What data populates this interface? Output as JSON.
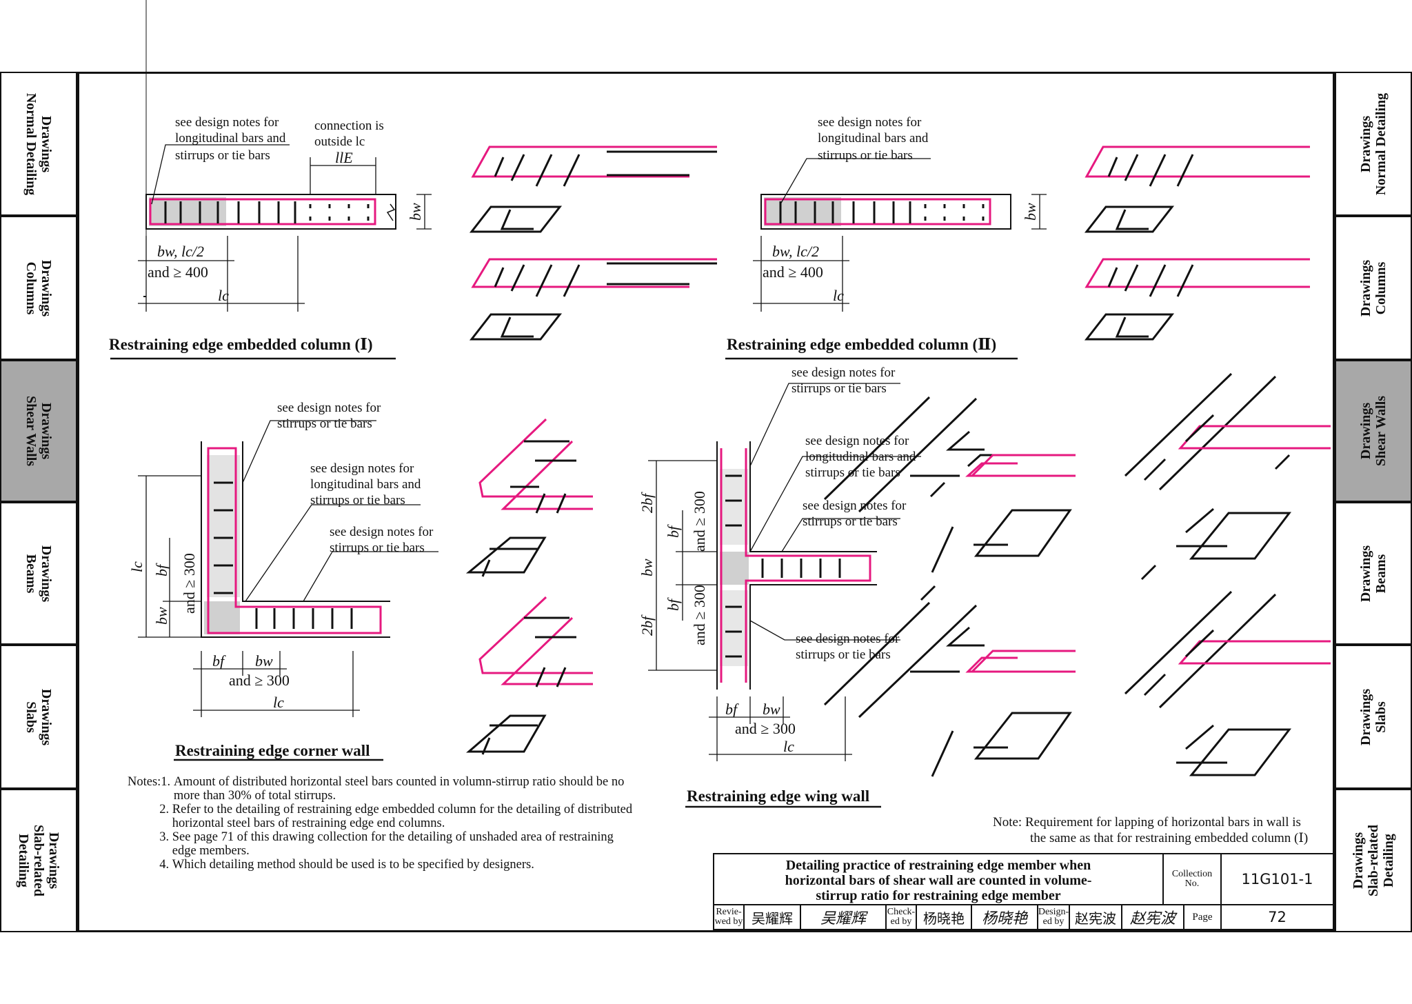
{
  "side_tabs_left": [
    {
      "line1": "Drawings",
      "line2": "Normal Detailing",
      "line3": "",
      "active": false
    },
    {
      "line1": "Drawings",
      "line2": "Columns",
      "line3": "",
      "active": false
    },
    {
      "line1": "Drawings",
      "line2": "Shear Walls",
      "line3": "",
      "active": true
    },
    {
      "line1": "Drawings",
      "line2": "Beams",
      "line3": "",
      "active": false
    },
    {
      "line1": "Drawings",
      "line2": "Slabs",
      "line3": "",
      "active": false
    },
    {
      "line1": "Drawings",
      "line2": "Slab-related",
      "line3": "Detailing",
      "active": false
    }
  ],
  "side_tabs_right": [
    {
      "line1": "Drawings",
      "line2": "Normal Detailing",
      "line3": "",
      "active": false
    },
    {
      "line1": "Drawings",
      "line2": "Columns",
      "line3": "",
      "active": false
    },
    {
      "line1": "Drawings",
      "line2": "Shear Walls",
      "line3": "",
      "active": true
    },
    {
      "line1": "Drawings",
      "line2": "Beams",
      "line3": "",
      "active": false
    },
    {
      "line1": "Drawings",
      "line2": "Slabs",
      "line3": "",
      "active": false
    },
    {
      "line1": "Drawings",
      "line2": "Slab-related",
      "line3": "Detailing",
      "active": false
    }
  ],
  "colors": {
    "rebar_magenta": "#e6197f",
    "ink": "#111111",
    "concrete_fill": "#d0d0d0",
    "active_tab": "#a8a8a8"
  },
  "col1": {
    "callout": [
      "see design notes for",
      "longitudinal bars and",
      "stirrups or tie bars"
    ],
    "connection": [
      "connection is",
      "outside lc"
    ],
    "dim_lle": "llE",
    "dim_bw": "bw",
    "dim_bw_lc2": "bw, lc/2",
    "dim_and400": "and ≥ 400",
    "dim_lc": "lc",
    "caption": "Restraining edge embedded column (Ⅰ)"
  },
  "col2": {
    "callout": [
      "see design notes for",
      "longitudinal bars and",
      "stirrups or tie bars"
    ],
    "dim_bw": "bw",
    "dim_bw_lc2": "bw, lc/2",
    "dim_and400": "and ≥ 400",
    "dim_lc": "lc",
    "caption": "Restraining edge embedded column (Ⅱ)"
  },
  "corner": {
    "callout1": [
      "see design notes for",
      "stirrups or tie bars"
    ],
    "callout2": [
      "see design notes for",
      "longitudinal bars and",
      "stirrups or tie bars"
    ],
    "callout3": [
      "see design notes for",
      "stirrups or tie bars"
    ],
    "dim_lc_v": "lc",
    "dim_bf_v": "bf",
    "dim_bw_v": "bw",
    "dim_and300_v": "and ≥ 300",
    "dim_bf_h": "bf",
    "dim_bw_h": "bw",
    "dim_and300_h": "and ≥ 300",
    "dim_lc_h": "lc",
    "caption": "Restraining edge corner wall"
  },
  "wing": {
    "callout1": [
      "see design notes for",
      "stirrups or tie bars"
    ],
    "callout2": [
      "see design notes for",
      "longitudinal bars and",
      "stirrups or tie bars"
    ],
    "callout3": [
      "see design notes for",
      "stirrups or tie bars"
    ],
    "callout4": [
      "see design notes for",
      "stirrups or tie bars"
    ],
    "dim_2bf": "2bf",
    "dim_bf": "bf",
    "dim_bw": "bw",
    "dim_and300": "and ≥ 300",
    "dim_bf_h": "bf",
    "dim_bw_h": "bw",
    "dim_and300_h": "and ≥ 300",
    "dim_lc_h": "lc",
    "caption": "Restraining edge wing wall"
  },
  "lap_note": [
    "Note: Requirement for lapping of horizontal bars in wall is",
    "the same as that for restraining embedded column (Ⅰ)"
  ],
  "notes": [
    {
      "k": "Notes:1. ",
      "v": "Amount of distributed horizontal steel bars counted in volumn-stirrup ratio should be no more than 30% of total stirrups."
    },
    {
      "k": "          2. ",
      "v": "Refer to the detailing of restraining edge embedded column for the detailing of distributed horizontal steel bars of restraining edge end columns."
    },
    {
      "k": "          3. ",
      "v": "See page 71 of this drawing collection for the detailing of unshaded area of restraining edge members."
    },
    {
      "k": "          4. ",
      "v": "Which detailing method should be used is to be specified by designers."
    }
  ],
  "title_block": {
    "title": [
      "Detailing practice of restraining edge member when",
      "horizontal bars of shear wall are counted in volume-",
      "stirrup ratio for restraining edge member"
    ],
    "collection_label": [
      "Collection",
      "No."
    ],
    "collection_no": "11G101-1",
    "reviewed_label": [
      "Revie-",
      "wed by"
    ],
    "reviewed_name": "吴耀辉",
    "reviewed_sig": "吴耀辉",
    "checked_label": [
      "Check-",
      "ed by"
    ],
    "checked_name": "杨晓艳",
    "checked_sig": "杨晓艳",
    "designed_label": [
      "Design-",
      "ed by"
    ],
    "designed_name": "赵宪波",
    "designed_sig": "赵宪波",
    "page_label": "Page",
    "page_no": "72"
  }
}
